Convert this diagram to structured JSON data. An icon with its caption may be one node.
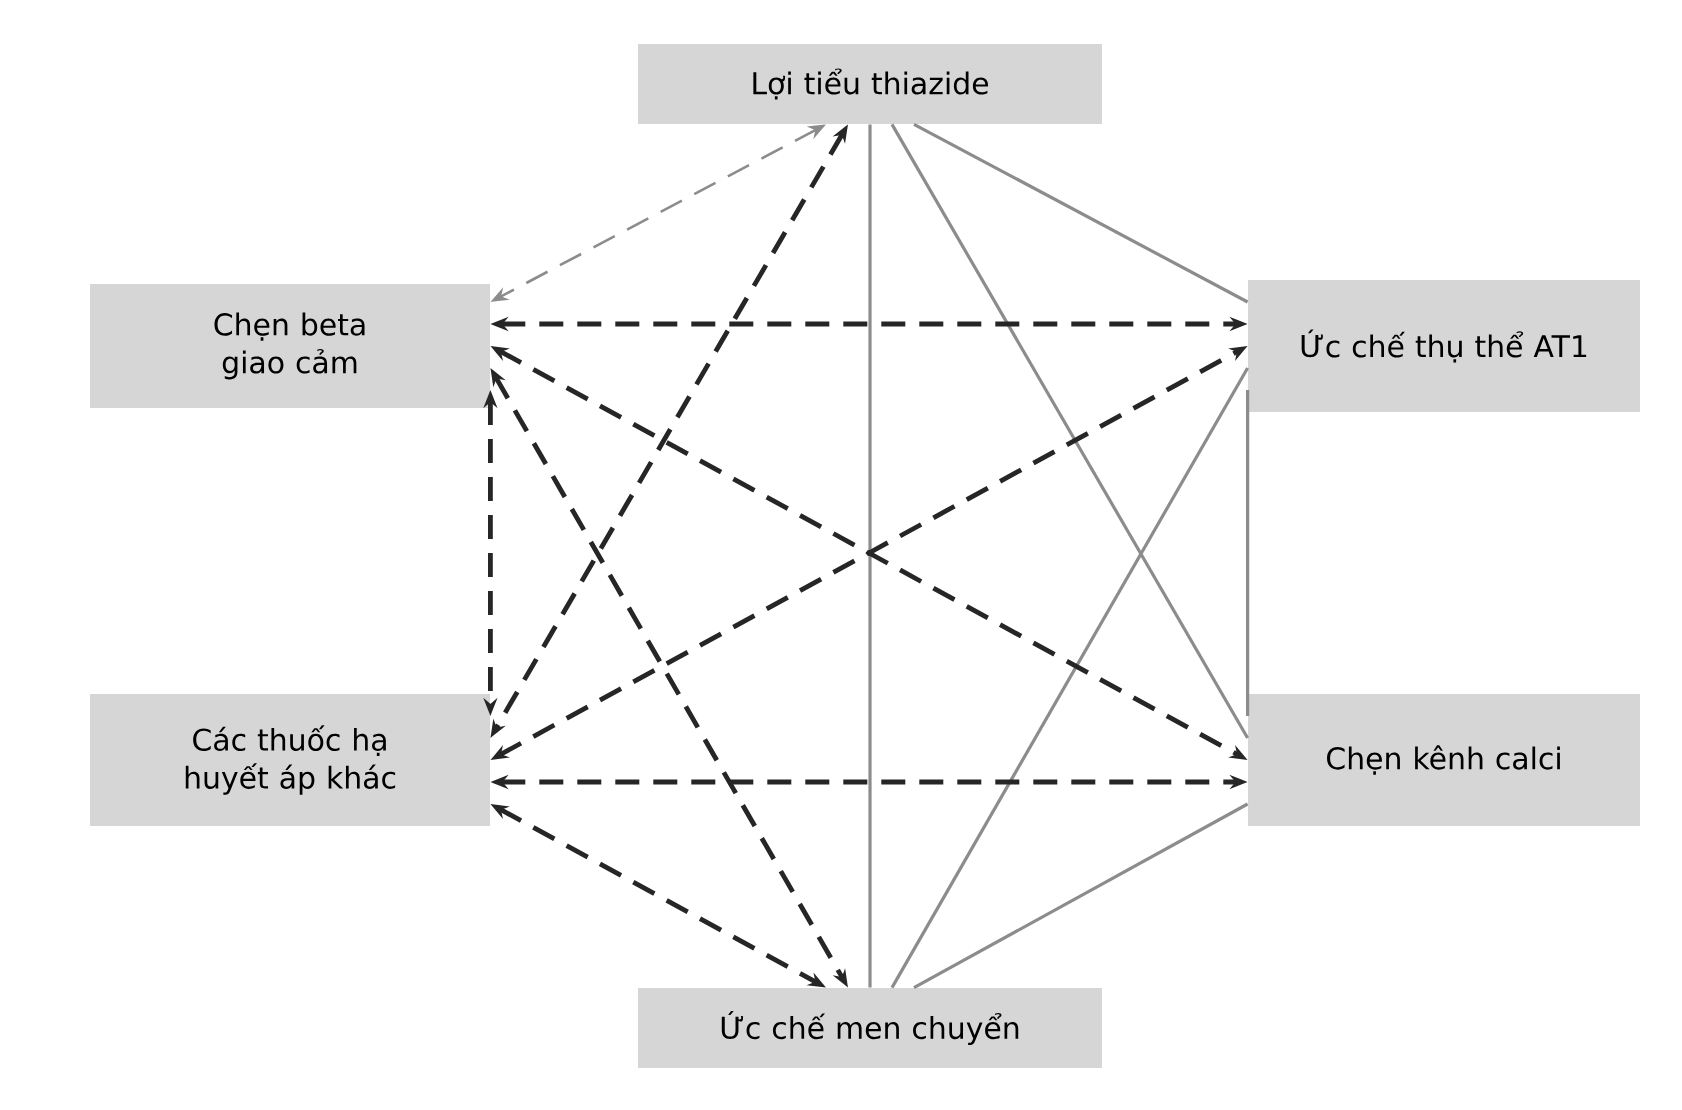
{
  "diagram": {
    "nodes": [
      {
        "text": [
          "Lợi tiểu thiazide"
        ]
      },
      {
        "text": [
          "Chẹn beta giao cảm"
        ]
      },
      {
        "text": [
          "Ức chế thụ thể AT1"
        ]
      },
      {
        "text": [
          "Các thuốc hạ huyết áp khác"
        ]
      },
      {
        "text": [
          "Chẹn kênh calci"
        ]
      },
      {
        "text": [
          "Ức chế men chuyển"
        ]
      }
    ],
    "edges": [
      {
        "from": 0,
        "to": 2,
        "arrow": "none",
        "color": "#8c8c8c"
      },
      {
        "from": 0,
        "to": 4,
        "arrow": "none",
        "color": "#8c8c8c"
      },
      {
        "from": 0,
        "to": 5,
        "arrow": "none",
        "color": "#8c8c8c"
      },
      {
        "from": 2,
        "to": 4,
        "arrow": "none",
        "color": "#8c8c8c"
      },
      {
        "from": 2,
        "to": 5,
        "arrow": "none",
        "color": "#8c8c8c"
      },
      {
        "from": 4,
        "to": 5,
        "arrow": "none",
        "color": "#8c8c8c"
      },
      {
        "from": 0,
        "to": 1,
        "arrow": "both",
        "style": "dashed",
        "color": "#8c8c8c"
      },
      {
        "from": 0,
        "to": 3,
        "arrow": "both",
        "style": "dashed"
      },
      {
        "from": 1,
        "to": 2,
        "arrow": "both",
        "style": "dashed"
      },
      {
        "from": 1,
        "to": 3,
        "arrow": "both",
        "style": "dashed"
      },
      {
        "from": 1,
        "to": 4,
        "arrow": "both",
        "style": "dashed"
      },
      {
        "from": 1,
        "to": 5,
        "arrow": "both",
        "style": "dashed"
      },
      {
        "from": 3,
        "to": 2,
        "arrow": "both",
        "style": "dashed"
      },
      {
        "from": 3,
        "to": 4,
        "arrow": "both",
        "style": "dashed"
      },
      {
        "from": 3,
        "to": 5,
        "arrow": "both",
        "style": "dashed"
      }
    ]
  }
}
